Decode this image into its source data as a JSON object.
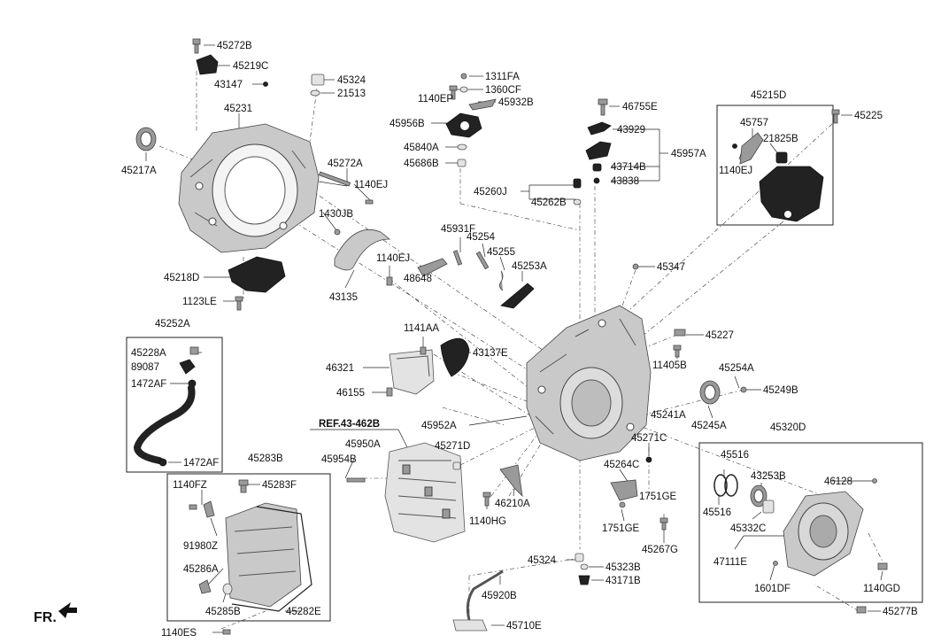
{
  "diagram": {
    "front_label": "FR.",
    "reference_label": "REF.43-462B",
    "parts": [
      {
        "code": "45272B"
      },
      {
        "code": "45219C"
      },
      {
        "code": "43147"
      },
      {
        "code": "45231"
      },
      {
        "code": "45324"
      },
      {
        "code": "21513"
      },
      {
        "code": "45217A"
      },
      {
        "code": "45272A"
      },
      {
        "code": "1140EJ"
      },
      {
        "code": "1430JB"
      },
      {
        "code": "45218D"
      },
      {
        "code": "1123LE"
      },
      {
        "code": "43135"
      },
      {
        "code": "1140EJ"
      },
      {
        "code": "1311FA"
      },
      {
        "code": "1140EP"
      },
      {
        "code": "1360CF"
      },
      {
        "code": "45932B"
      },
      {
        "code": "45956B"
      },
      {
        "code": "45840A"
      },
      {
        "code": "45686B"
      },
      {
        "code": "45260J"
      },
      {
        "code": "45262B"
      },
      {
        "code": "46755E"
      },
      {
        "code": "43929"
      },
      {
        "code": "45957A"
      },
      {
        "code": "43714B"
      },
      {
        "code": "43838"
      },
      {
        "code": "45215D"
      },
      {
        "code": "45757"
      },
      {
        "code": "21825B"
      },
      {
        "code": "1140EJ"
      },
      {
        "code": "45225"
      },
      {
        "code": "45931F"
      },
      {
        "code": "45254"
      },
      {
        "code": "45255"
      },
      {
        "code": "45253A"
      },
      {
        "code": "48648"
      },
      {
        "code": "45347"
      },
      {
        "code": "45252A"
      },
      {
        "code": "45228A"
      },
      {
        "code": "89087"
      },
      {
        "code": "1472AF"
      },
      {
        "code": "1472AF"
      },
      {
        "code": "1141AA"
      },
      {
        "code": "43137E"
      },
      {
        "code": "46321"
      },
      {
        "code": "46155"
      },
      {
        "code": "45227"
      },
      {
        "code": "11405B"
      },
      {
        "code": "45254A"
      },
      {
        "code": "45249B"
      },
      {
        "code": "45245A"
      },
      {
        "code": "45241A"
      },
      {
        "code": "45952A"
      },
      {
        "code": "45950A"
      },
      {
        "code": "45954B"
      },
      {
        "code": "45271D"
      },
      {
        "code": "45271C"
      },
      {
        "code": "45264C"
      },
      {
        "code": "46210A"
      },
      {
        "code": "1140HG"
      },
      {
        "code": "1751GE"
      },
      {
        "code": "1751GE"
      },
      {
        "code": "45267G"
      },
      {
        "code": "45283B"
      },
      {
        "code": "1140FZ"
      },
      {
        "code": "45283F"
      },
      {
        "code": "91980Z"
      },
      {
        "code": "45286A"
      },
      {
        "code": "45285B"
      },
      {
        "code": "45282E"
      },
      {
        "code": "1140ES"
      },
      {
        "code": "45324"
      },
      {
        "code": "45323B"
      },
      {
        "code": "43171B"
      },
      {
        "code": "45920B"
      },
      {
        "code": "45710E"
      },
      {
        "code": "45320D"
      },
      {
        "code": "45516"
      },
      {
        "code": "45516"
      },
      {
        "code": "43253B"
      },
      {
        "code": "45332C"
      },
      {
        "code": "46128"
      },
      {
        "code": "47111E"
      },
      {
        "code": "1601DF"
      },
      {
        "code": "1140GD"
      },
      {
        "code": "45277B"
      }
    ]
  }
}
